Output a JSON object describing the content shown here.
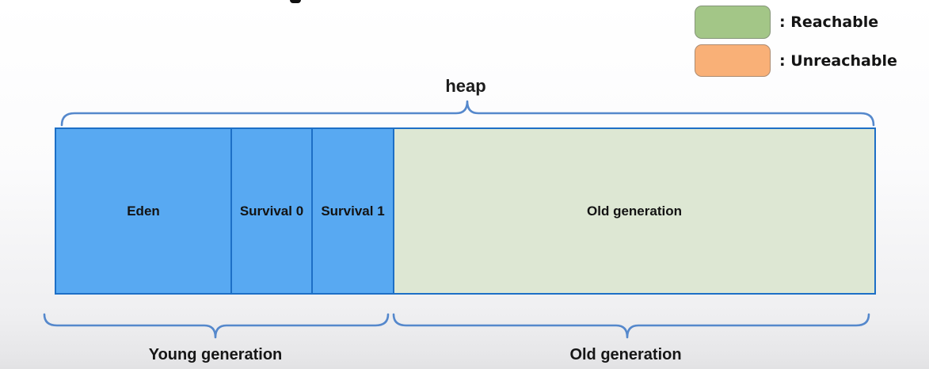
{
  "legend": {
    "items": [
      {
        "name": "reachable",
        "label": ": Reachable",
        "color": "#a3c687"
      },
      {
        "name": "unreachable",
        "label": ": Unreachable",
        "color": "#f9b077"
      }
    ]
  },
  "heap": {
    "label": "heap",
    "sections": [
      {
        "label": "Eden",
        "region": "young"
      },
      {
        "label": "Survival 0",
        "region": "young"
      },
      {
        "label": "Survival 1",
        "region": "young"
      },
      {
        "label": "Old generation",
        "region": "old"
      }
    ]
  },
  "generation_labels": {
    "young": "Young generation",
    "old": "Old generation"
  },
  "colors": {
    "young_fill": "#58a9f2",
    "old_fill": "#dde7d3",
    "box_border": "#1d6fc6",
    "brace": "#5588cc"
  }
}
